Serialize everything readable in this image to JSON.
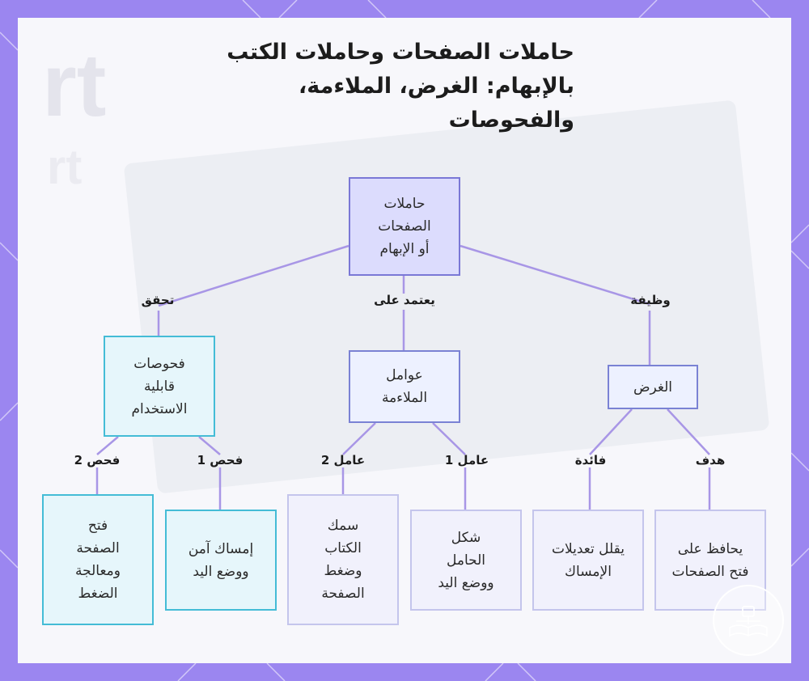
{
  "title": "حاملات الصفحات وحاملات الكتب بالإبهام: الغرض، الملاءمة، والفحوصات",
  "nodes": {
    "root": "حاملات الصفحات أو الإبهام",
    "purpose": "الغرض",
    "factors": "عوامل الملاءمة",
    "checks": "فحوصات قابلية الاستخدام",
    "keep_open": "يحافظ على فتح الصفحات",
    "reduce_grip": "يقلل تعديلات الإمساك",
    "holder_shape": "شكل الحامل ووضع اليد",
    "book_thickness": "سمك الكتاب وضغط الصفحة",
    "secure_grip": "إمساك آمن ووضع اليد",
    "page_turn": "فتح الصفحة ومعالجة الضغط"
  },
  "edges": {
    "function": "وظيفة",
    "depends_on": "يعتمد على",
    "verify": "تحقق",
    "goal": "هدف",
    "benefit": "فائدة",
    "factor1": "عامل 1",
    "factor2": "عامل 2",
    "check1": "فحص 1",
    "check2": "فحص 2"
  },
  "colors": {
    "background": "#9b86f0",
    "edge": "#a896e6",
    "root_fill": "#dcdcfd",
    "check_border": "#44bcd6"
  }
}
